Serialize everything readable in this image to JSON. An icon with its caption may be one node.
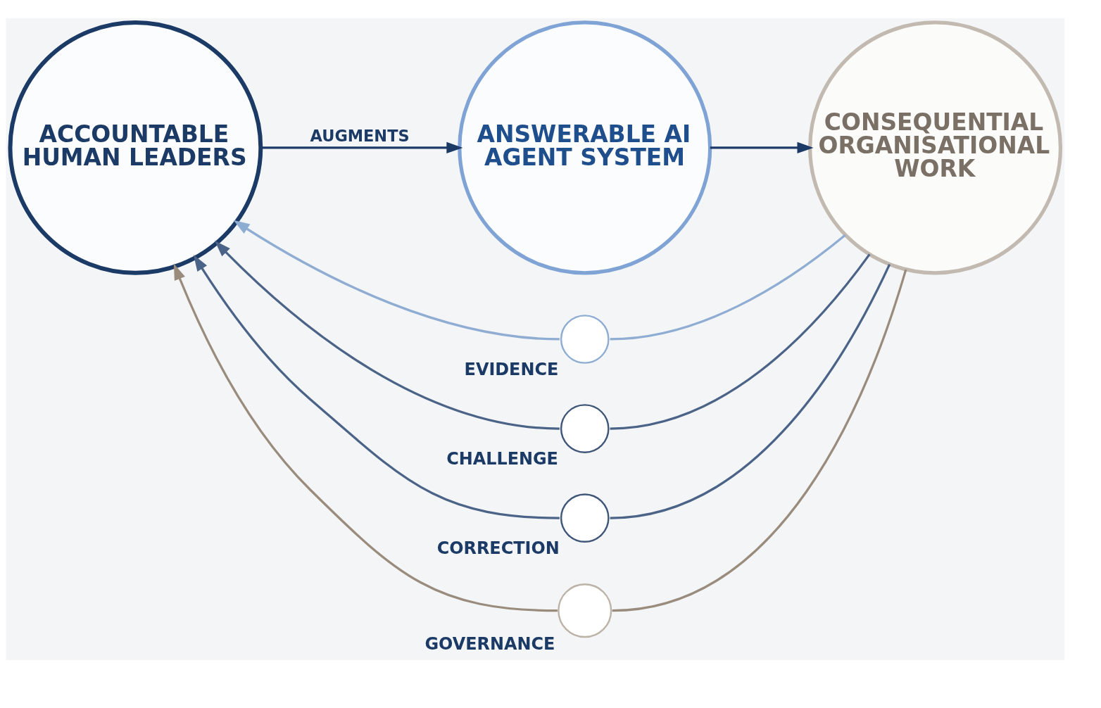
{
  "diagram": {
    "nodes": [
      {
        "text": [
          "ACCOUNTABLE HUMAN LEADERS"
        ]
      },
      {
        "text": [
          "ANSWERABLE AI AGENT SYSTEM"
        ]
      },
      {
        "text": [
          "CONSEQUENTIAL ORGANISATIONAL WORK"
        ]
      },
      {
        "text": [],
        "shape": "circle",
        "beside": [
          "EVIDENCE"
        ]
      },
      {
        "text": [],
        "shape": "circle",
        "beside": [
          "CHALLENGE"
        ]
      },
      {
        "text": [],
        "shape": "circle",
        "beside": [
          "CORRECTION"
        ]
      },
      {
        "text": [],
        "shape": "circle",
        "beside": [
          "GOVERNANCE"
        ]
      }
    ],
    "edges": [
      {
        "from": 0,
        "to": 1,
        "arrow": "to",
        "label": "AUGMENTS"
      },
      {
        "from": 1,
        "to": 2,
        "arrow": "to"
      },
      {
        "from": 2,
        "to": 3,
        "arrow": "none",
        "color": "#8fadd3"
      },
      {
        "from": 3,
        "to": 0,
        "arrow": "to",
        "color": "#8fadd3"
      },
      {
        "from": 2,
        "to": 4,
        "arrow": "none",
        "color": "#4a6387"
      },
      {
        "from": 4,
        "to": 0,
        "arrow": "to",
        "color": "#4a6387"
      },
      {
        "from": 2,
        "to": 5,
        "arrow": "none",
        "color": "#4a6387"
      },
      {
        "from": 5,
        "to": 0,
        "arrow": "to",
        "color": "#4a6387"
      },
      {
        "from": 2,
        "to": 6,
        "arrow": "none",
        "color": "#9a8c7d"
      },
      {
        "from": 6,
        "to": 0,
        "arrow": "to",
        "color": "#9a8c7d"
      }
    ]
  }
}
